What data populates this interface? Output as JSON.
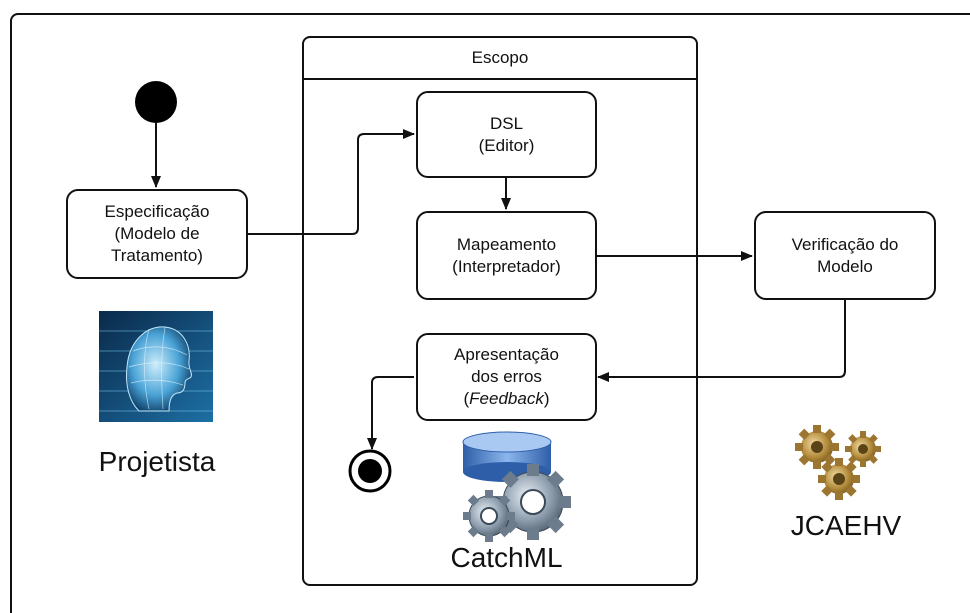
{
  "scope": {
    "title": "Escopo"
  },
  "nodes": {
    "especificacao": {
      "line1": "Especificação",
      "line2": "(Modelo de",
      "line3": "Tratamento)"
    },
    "dsl": {
      "line1": "DSL",
      "line2": "(Editor)"
    },
    "mapeamento": {
      "line1": "Mapeamento",
      "line2": "(Interpretador)"
    },
    "verificacao": {
      "line1": "Verificação do",
      "line2": "Modelo"
    },
    "apresentacao": {
      "line1": "Apresentação",
      "line2": "dos erros",
      "line3_prefix": "(",
      "line3_italic": "Feedback",
      "line3_suffix": ")"
    }
  },
  "labels": {
    "projetista": "Projetista",
    "catchml": "CatchML",
    "jcaehv": "JCAEHV"
  },
  "icons": {
    "designer": "digital-head-icon",
    "catchml": "database-gears-icon",
    "jcaehv": "gears-icon"
  },
  "colors": {
    "line": "#111111",
    "head_blue": "#1d6fa5",
    "db_blue": "#4a7fc4",
    "gear_gray": "#8a9aaa",
    "gear_gold": "#b38b3a"
  }
}
